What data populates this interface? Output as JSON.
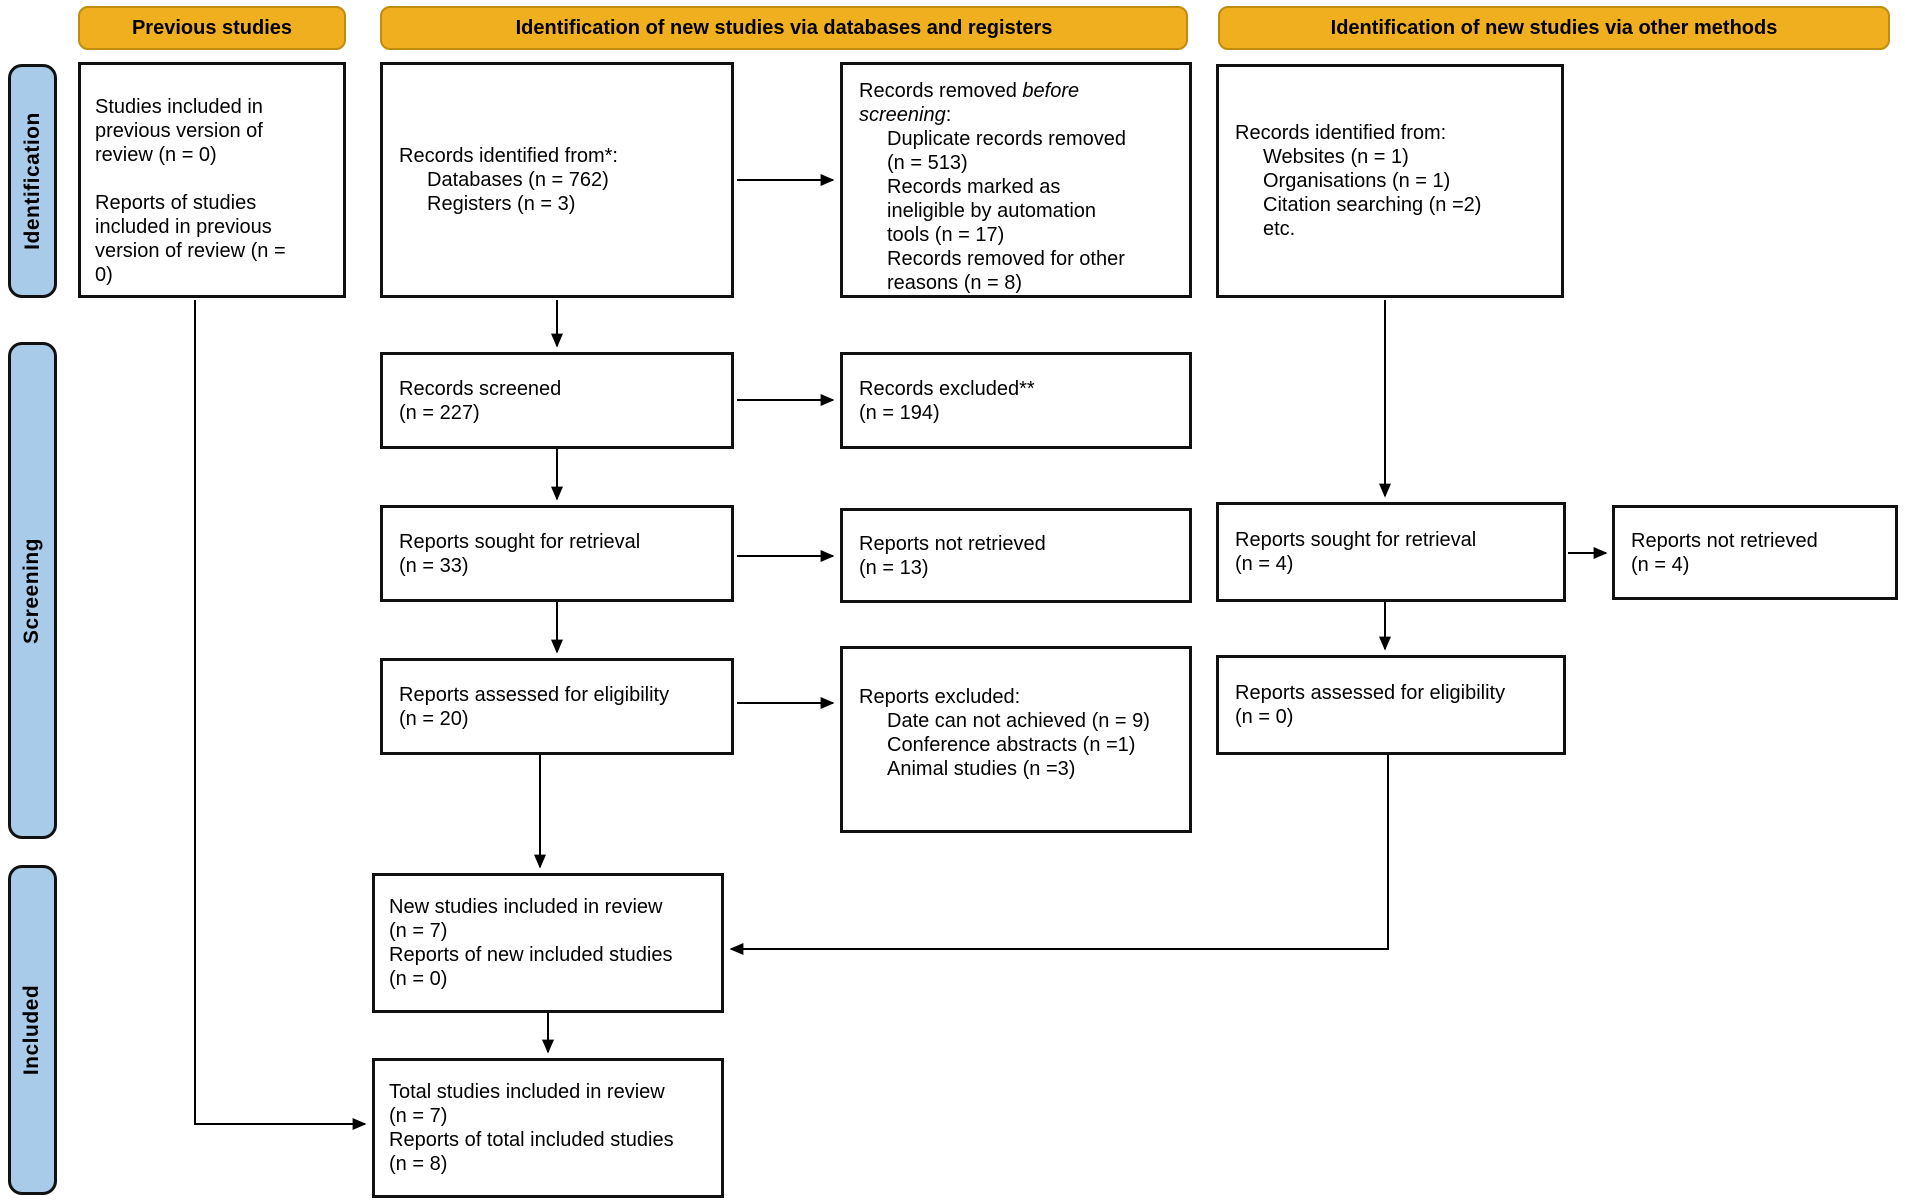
{
  "headers": {
    "previous": "Previous studies",
    "databases": "Identification of new studies via databases and registers",
    "other": "Identification of new studies via other methods"
  },
  "sidebar": {
    "identification": "Identification",
    "screening": "Screening",
    "included": "Included"
  },
  "boxes": {
    "previous_studies": {
      "p1": "Studies included in previous version of review (n = 0)",
      "p2": "Reports of studies included in previous version of review (n = 0)"
    },
    "records_identified_db": {
      "title": "Records identified from*:",
      "item1": "Databases (n = 762)",
      "item2": "Registers (n = 3)"
    },
    "records_removed": {
      "lead_normal": "Records removed ",
      "lead_italic": "before screening",
      "lead_colon": ":",
      "item1": "Duplicate records removed (n = 513)",
      "item2": "Records marked as ineligible by automation tools (n = 17)",
      "item3": "Records removed for other reasons (n = 8)"
    },
    "records_screened": {
      "line1": "Records screened",
      "line2": "(n = 227)"
    },
    "records_excluded": {
      "line1": "Records excluded**",
      "line2": "(n = 194)"
    },
    "reports_sought_db": {
      "line1": "Reports sought for retrieval",
      "line2": "(n = 33)"
    },
    "reports_not_retrieved_db": {
      "line1": "Reports not retrieved",
      "line2": "(n = 13)"
    },
    "reports_assessed_db": {
      "line1": "Reports assessed for eligibility",
      "line2": "(n = 20)"
    },
    "reports_excluded": {
      "title": "Reports excluded:",
      "item1": "Date can not achieved (n = 9)",
      "item2": "Conference abstracts (n =1)",
      "item3": "Animal studies (n =3)"
    },
    "new_studies": {
      "line1": "New studies included in review",
      "line2": "(n = 7)",
      "line3": "Reports of new included studies",
      "line4": "(n = 0)"
    },
    "total_studies": {
      "line1": "Total studies included in review",
      "line2": "(n = 7)",
      "line3": "Reports of total included studies",
      "line4": "(n = 8)"
    },
    "records_identified_other": {
      "title": "Records identified from:",
      "item1": "Websites (n = 1)",
      "item2": "Organisations (n = 1)",
      "item3": "Citation searching (n =2)",
      "item4": "etc."
    },
    "reports_sought_other": {
      "line1": "Reports sought for retrieval",
      "line2": "(n = 4)"
    },
    "reports_not_retrieved_other": {
      "line1": "Reports not retrieved",
      "line2": "(n = 4)"
    },
    "reports_assessed_other": {
      "line1": "Reports assessed for eligibility",
      "line2": "(n = 0)"
    }
  },
  "colors": {
    "header_fill": "#F0AF1E",
    "header_border": "#BF8D0E",
    "sidebar_fill": "#A8CBEA",
    "box_border": "#111111",
    "arrow": "#000000"
  }
}
